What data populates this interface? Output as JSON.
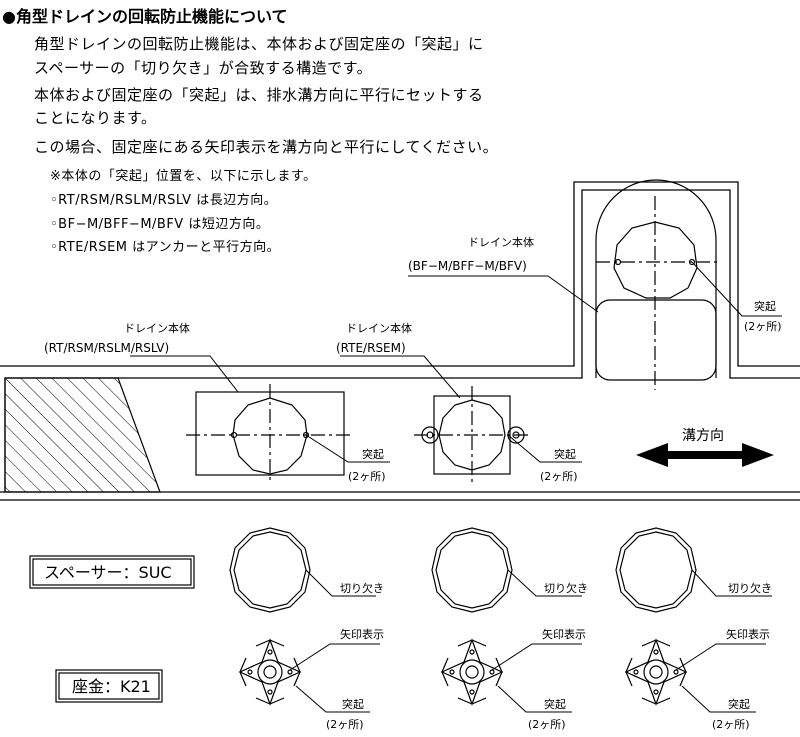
{
  "heading": "●角型ドレインの回転防止機能について",
  "paragraphs": [
    "角型ドレインの回転防止機能は、本体および固定座の「突起」に",
    "スペーサーの「切り欠き」が合致する構造です。",
    "本体および固定座の「突起」は、排水溝方向に平行にセットする",
    "ことになります。",
    "この場合、固定座にある矢印表示を溝方向と平行にしてください。"
  ],
  "notes": [
    "※本体の「突起」位置を、以下に示します。",
    "◦RT/RSM/RSLM/RSLV は長辺方向。",
    "◦BF−M/BFF−M/BFV は短辺方向。",
    "◦RTE/RSEM はアンカーと平行方向。"
  ],
  "diagram": {
    "drain_body_label": "ドレイン本体",
    "model_rt": "(RT/RSM/RSLM/RSLV)",
    "model_rte": "(RTE/RSEM)",
    "model_bf": "(BF−M/BFF−M/BFV)",
    "protrusion_label": "突起",
    "count_label": "(2ヶ所)",
    "direction_label": "溝方向",
    "notch_label": "切り欠き",
    "arrow_mark_label": "矢印表示",
    "spacer_box": "スペーサー：SUC",
    "seat_box": "座金：K21"
  }
}
